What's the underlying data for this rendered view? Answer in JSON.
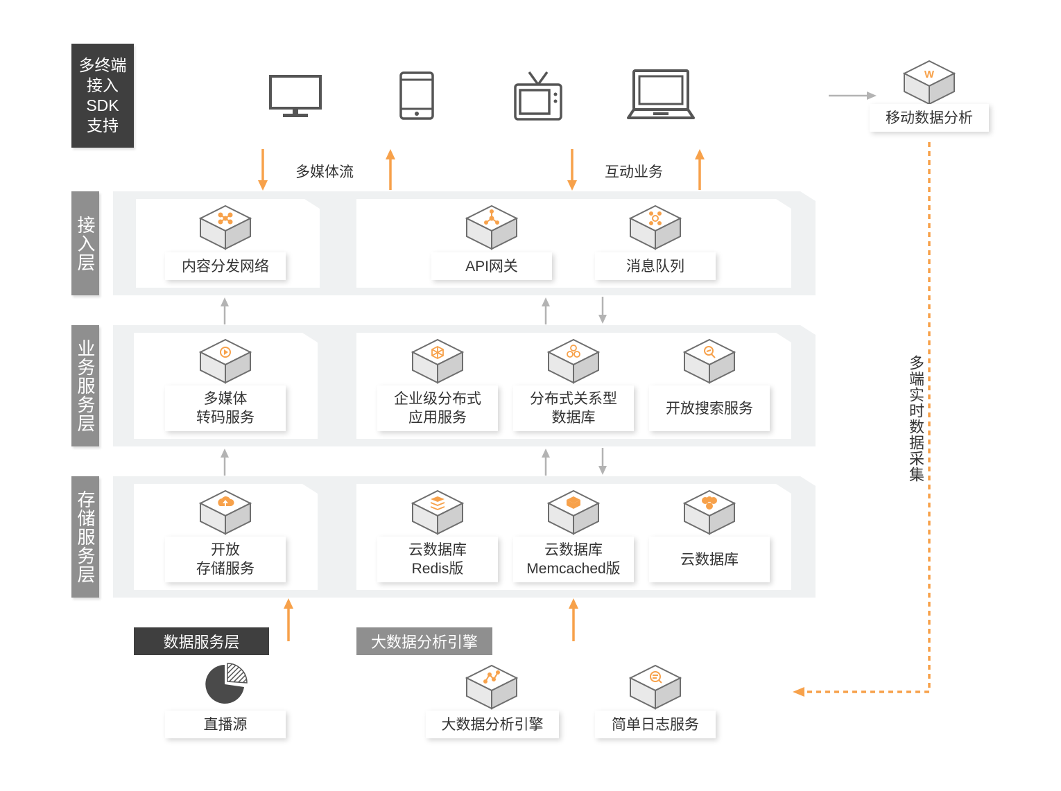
{
  "colors": {
    "accent": "#f7a14a",
    "sidebar": "#8f8f8f",
    "sidebar_dark": "#3f3f3f",
    "arrow_gray": "#b3b3b3"
  },
  "top": {
    "side_label": "多终端\n接入\nSDK\n支持",
    "devices": [
      "monitor-icon",
      "phone-icon",
      "tv-icon",
      "laptop-icon"
    ]
  },
  "flows": {
    "multimedia": "多媒体流",
    "interaction": "互动业务"
  },
  "mobile": {
    "label": "移动数据分析",
    "vertical": "多端实时数据采集"
  },
  "layers": {
    "access": {
      "side": "接入层",
      "items": [
        "内容分发网络",
        "API网关",
        "消息队列"
      ]
    },
    "service": {
      "side": "业务服务层",
      "items": [
        "多媒体\n转码服务",
        "企业级分布式\n应用服务",
        "分布式关系型\n数据库",
        "开放搜索服务"
      ]
    },
    "storage": {
      "side": "存储服务层",
      "items": [
        "开放\n存储服务",
        "云数据库\nRedis版",
        "云数据库\nMemcached版",
        "云数据库"
      ]
    }
  },
  "bottom": {
    "data_tag": "数据服务层",
    "bigdata_tag": "大数据分析引擎",
    "items": [
      "直播源",
      "大数据分析引擎",
      "简单日志服务"
    ]
  }
}
